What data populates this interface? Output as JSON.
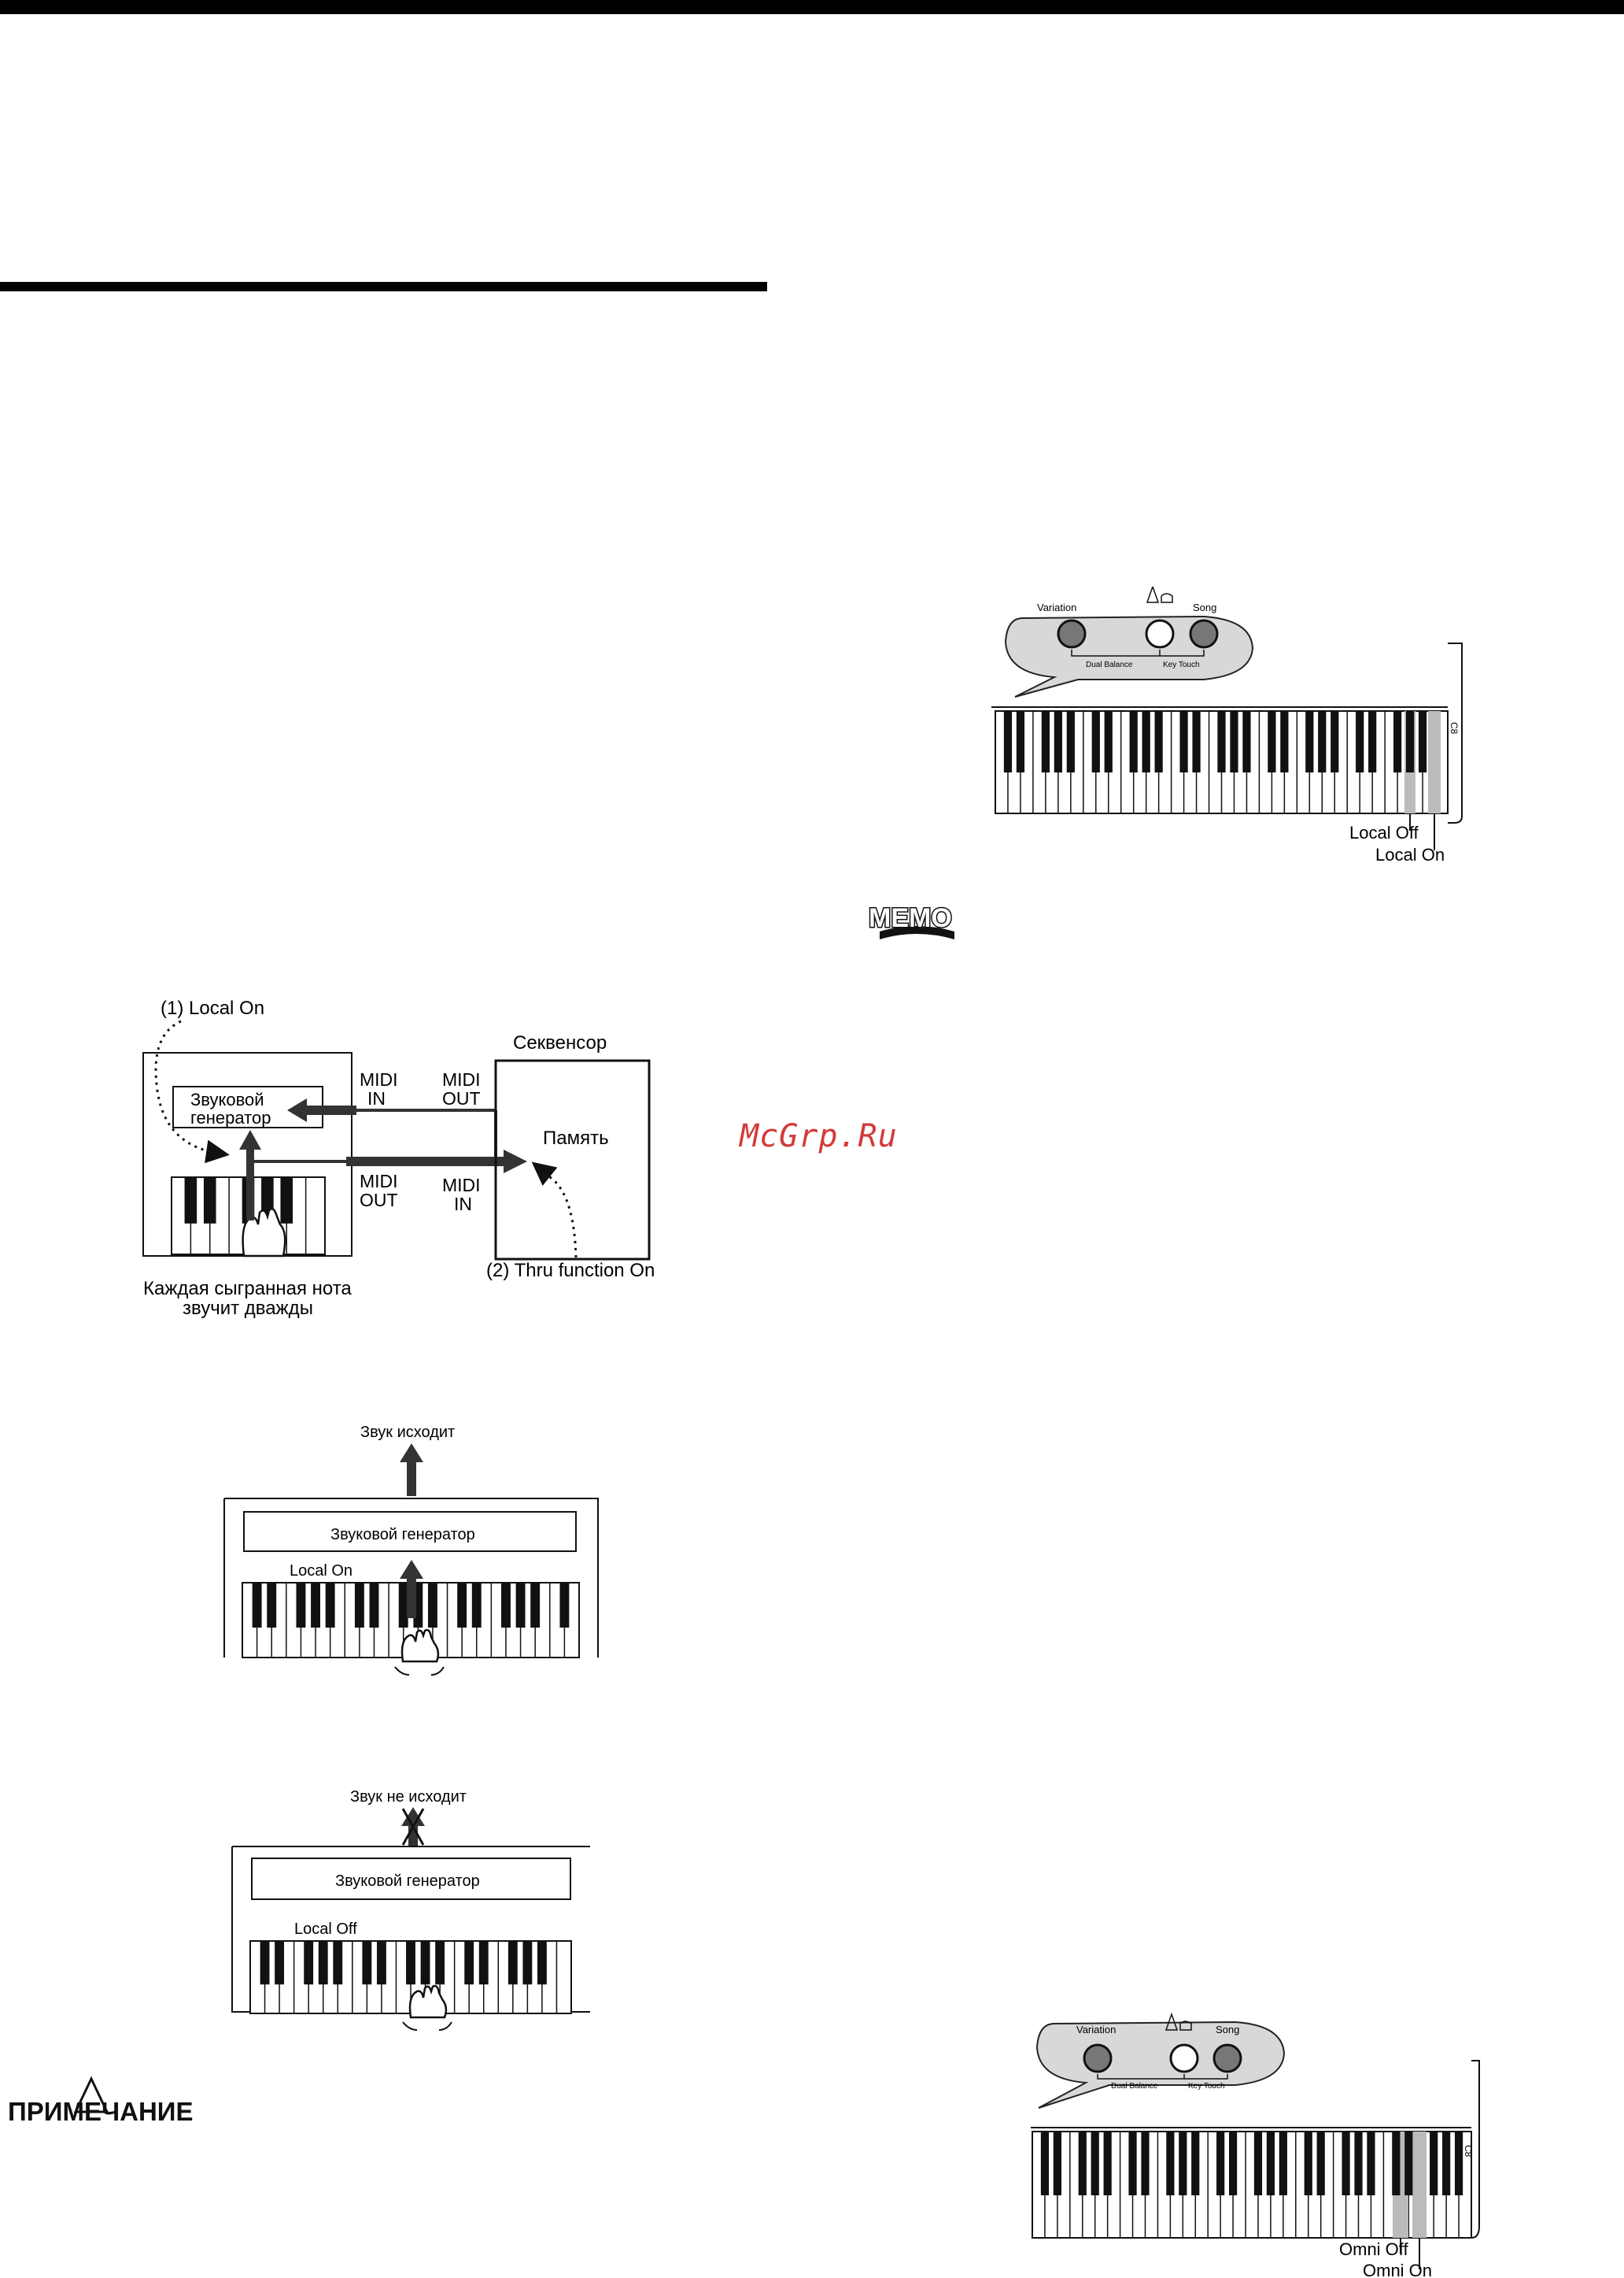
{
  "watermark": "McGrp.Ru",
  "panel": {
    "variation": "Variation",
    "song": "Song",
    "dual_balance": "Dual Balance",
    "key_touch": "Key Touch"
  },
  "keyboard_top": {
    "local_off": "Local Off",
    "local_on": "Local On",
    "side_mark": "C8"
  },
  "keyboard_bottom": {
    "omni_off": "Omni Off",
    "omni_on": "Omni On",
    "side_mark": "C8"
  },
  "memo_label": "MEMO",
  "note_label": "ПРИМЕЧАНИЕ",
  "diagram_midi": {
    "local_on": "(1) Local On",
    "sequencer": "Секвенсор",
    "sound_gen_1": "Звуковой",
    "sound_gen_2": "генератор",
    "midi_in_left_1": "MIDI",
    "midi_in_left_2": "IN",
    "midi_out_top_1": "MIDI",
    "midi_out_top_2": "OUT",
    "memory": "Память",
    "midi_out_left_1": "MIDI",
    "midi_out_left_2": "OUT",
    "midi_in_right_1": "MIDI",
    "midi_in_right_2": "IN",
    "thru": "(2) Thru function On",
    "caption_1": "Каждая сыгранная нота",
    "caption_2": "звучит дважды"
  },
  "diagram_local_on": {
    "title": "Звук исходит",
    "generator": "Звуковой генератор",
    "label": "Local On"
  },
  "diagram_local_off": {
    "title": "Звук не исходит",
    "generator": "Звуковой генератор",
    "label": "Local Off"
  }
}
